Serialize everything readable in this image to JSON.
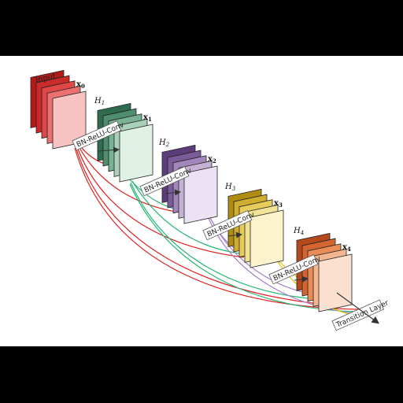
{
  "input_label": "Input",
  "layer_label": "BN-ReLU-Conv",
  "transition_label": "Transition Layer",
  "blocks": [
    {
      "id": "x0",
      "var": "x",
      "sub": "0",
      "h": "",
      "hsub": "",
      "colors": [
        "#b31b1b",
        "#cc2a2a",
        "#e04848",
        "#ec7070",
        "#f7c3c3"
      ]
    },
    {
      "id": "x1",
      "var": "x",
      "sub": "1",
      "h": "H",
      "hsub": "1",
      "colors": [
        "#2f6b4e",
        "#4e8d6d",
        "#79b194",
        "#a9d1ba",
        "#e0f1e6"
      ]
    },
    {
      "id": "x2",
      "var": "x",
      "sub": "2",
      "h": "H",
      "hsub": "2",
      "colors": [
        "#5c3c7a",
        "#7d5a9a",
        "#a386bb",
        "#c6b1d6",
        "#ece2f3"
      ]
    },
    {
      "id": "x3",
      "var": "x",
      "sub": "3",
      "h": "H",
      "hsub": "3",
      "colors": [
        "#b08d12",
        "#d0ad2e",
        "#e6cc5a",
        "#f2e295",
        "#fbf3cb"
      ]
    },
    {
      "id": "x4",
      "var": "x",
      "sub": "4",
      "h": "H",
      "hsub": "4",
      "colors": [
        "#b5491b",
        "#d46530",
        "#e98c58",
        "#f4b690",
        "#fbe0cf"
      ]
    }
  ],
  "colors": {
    "x0": "#e02020",
    "x1": "#22b573",
    "x2": "#a680c8",
    "x3": "#e2c000",
    "outline": "#222222",
    "label_box": "#555555"
  }
}
